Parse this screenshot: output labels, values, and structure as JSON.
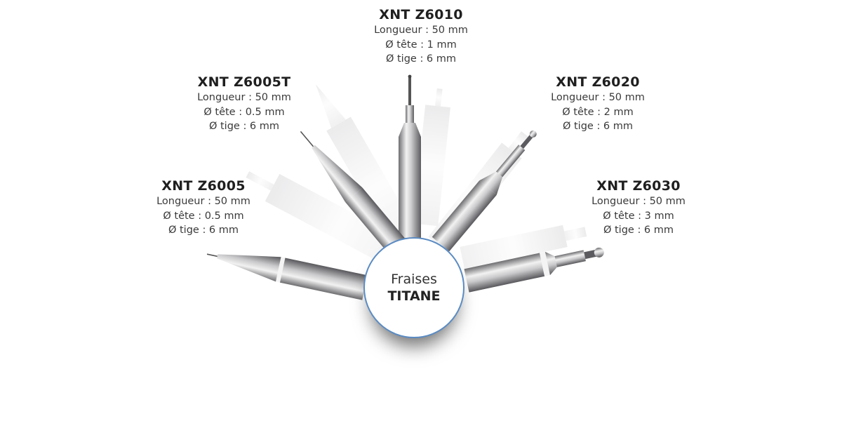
{
  "badge": {
    "line1": "Fraises",
    "line2": "TITANE"
  },
  "products": [
    {
      "name": "XNT Z6010",
      "length": "Longueur : 50 mm",
      "head": "Ø tête : 1 mm",
      "shank": "Ø tige : 6 mm"
    },
    {
      "name": "XNT Z6005T",
      "length": "Longueur : 50 mm",
      "head": "Ø tête : 0.5 mm",
      "shank": "Ø tige : 6 mm"
    },
    {
      "name": "XNT Z6020",
      "length": "Longueur : 50 mm",
      "head": "Ø tête : 2 mm",
      "shank": "Ø tige : 6 mm"
    },
    {
      "name": "XNT Z6005",
      "length": "Longueur : 50 mm",
      "head": "Ø tête : 0.5 mm",
      "shank": "Ø tige : 6 mm"
    },
    {
      "name": "XNT Z6030",
      "length": "Longueur : 50 mm",
      "head": "Ø tête : 3 mm",
      "shank": "Ø tige : 6 mm"
    }
  ],
  "colors": {
    "badge_border": "#5a8bc3",
    "steel_light": "#e8e8e8",
    "steel_dark": "#6e6e70"
  }
}
